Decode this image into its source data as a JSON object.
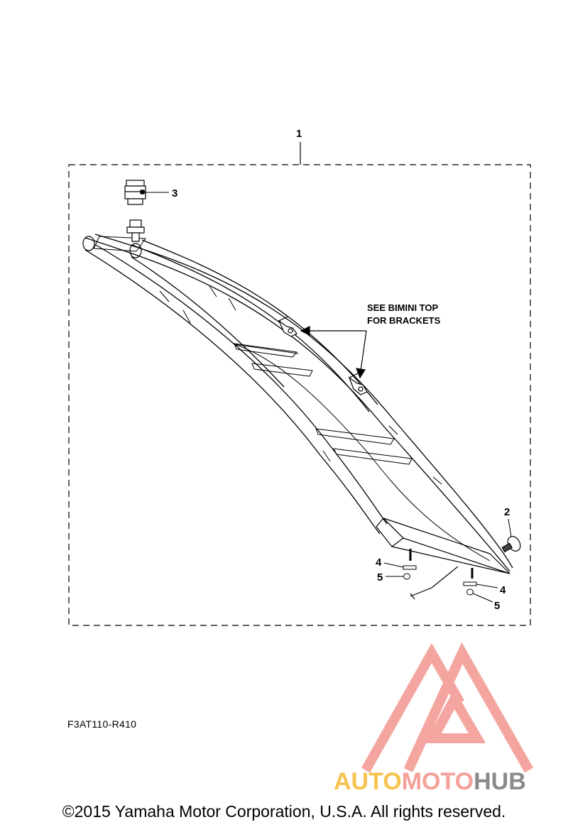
{
  "callouts": {
    "part1": "1",
    "part2": "2",
    "part3": "3",
    "part4a": "4",
    "part5a": "5",
    "part4b": "4",
    "part5b": "5"
  },
  "note": {
    "line1": "SEE BIMINI TOP",
    "line2": "FOR BRACKETS"
  },
  "reference_code": "F3AT110-R410",
  "copyright": "©2015 Yamaha Motor Corporation, U.S.A. All rights reserved.",
  "watermark": {
    "part1": "AUTO",
    "part2": "MOTO",
    "part3": "HUB",
    "colors": {
      "auto": "#f7c34f",
      "moto": "#f4a19a",
      "hub": "#8a8a8a",
      "logo": "#f4a19a"
    }
  }
}
